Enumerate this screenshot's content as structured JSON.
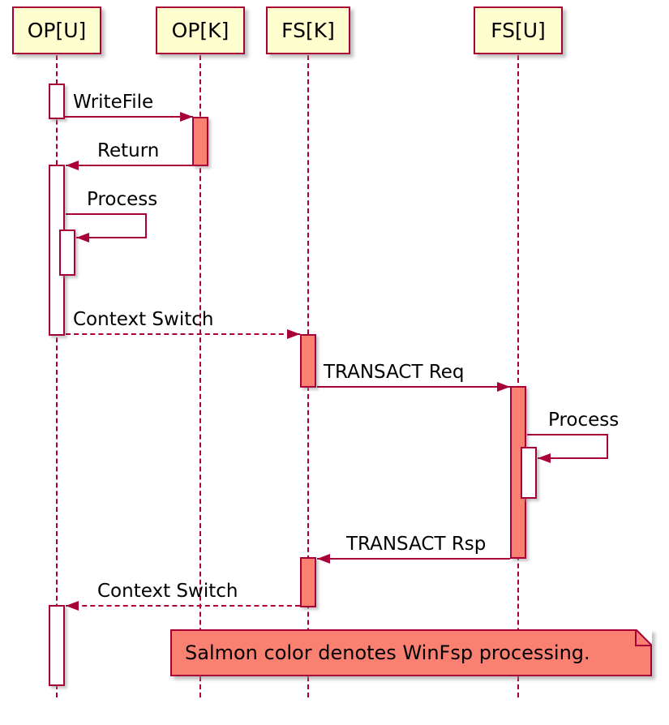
{
  "diagram": {
    "participants": [
      {
        "id": "op-u",
        "label": "OP[U]"
      },
      {
        "id": "op-k",
        "label": "OP[K]"
      },
      {
        "id": "fs-k",
        "label": "FS[K]"
      },
      {
        "id": "fs-u",
        "label": "FS[U]"
      }
    ],
    "messages": [
      {
        "id": "write-file",
        "label": "WriteFile",
        "type": "solid",
        "from": "OP[U]",
        "to": "OP[K]"
      },
      {
        "id": "return",
        "label": "Return",
        "type": "solid",
        "from": "OP[K]",
        "to": "OP[U]"
      },
      {
        "id": "process-op",
        "label": "Process",
        "type": "self",
        "from": "OP[U]",
        "to": "OP[U]"
      },
      {
        "id": "context-switch-1",
        "label": "Context Switch",
        "type": "dotted",
        "from": "OP[U]",
        "to": "FS[K]"
      },
      {
        "id": "transact-req",
        "label": "TRANSACT Req",
        "type": "solid",
        "from": "FS[K]",
        "to": "FS[U]"
      },
      {
        "id": "process-fs",
        "label": "Process",
        "type": "self",
        "from": "FS[U]",
        "to": "FS[U]"
      },
      {
        "id": "transact-rsp",
        "label": "TRANSACT Rsp",
        "type": "solid",
        "from": "FS[U]",
        "to": "FS[K]"
      },
      {
        "id": "context-switch-2",
        "label": "Context Switch",
        "type": "dotted",
        "from": "FS[K]",
        "to": "OP[U]"
      }
    ],
    "note": {
      "text": "Salmon color denotes WinFsp processing."
    },
    "colors": {
      "participant_fill": "#fefece",
      "line": "#a80036",
      "processing_fill": "#fa8072",
      "activation_fill": "#ffffff",
      "text": "#000000"
    }
  }
}
